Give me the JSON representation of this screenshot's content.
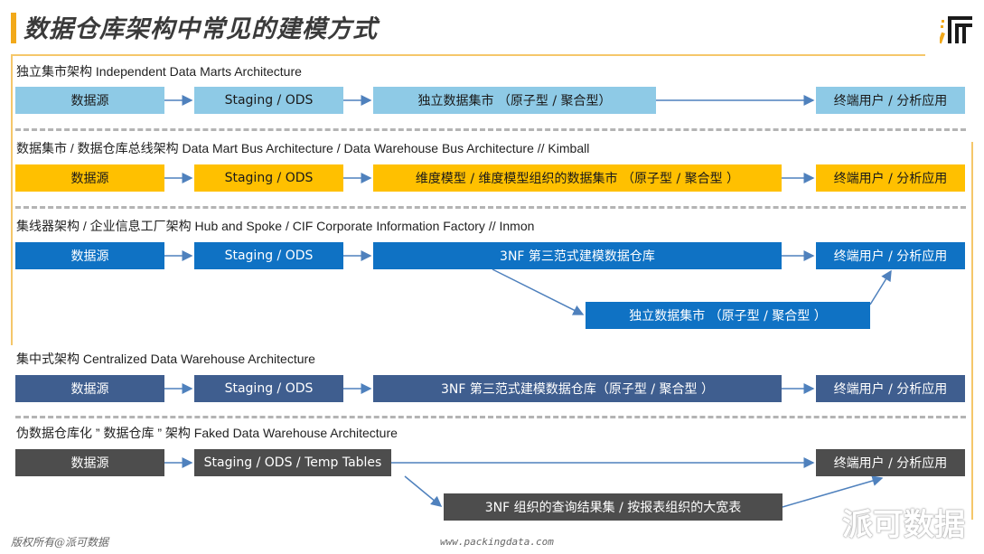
{
  "title": "数据仓库架构中常见的建模方式",
  "logo_icon": "brand-logo-icon",
  "colors": {
    "light_blue": "#8ecae6",
    "yellow": "#ffc000",
    "blue": "#0f72c4",
    "slate": "#3f5e8f",
    "dark_gray": "#4d4d4d",
    "arrow": "#4f81bd",
    "accent": "#f2a91a"
  },
  "rows": [
    {
      "label": "独立集市架构 Independent Data Marts Architecture",
      "boxes": [
        "数据源",
        "Staging / ODS",
        "独立数据集市 （原子型 / 聚合型）",
        "终端用户 / 分析应用"
      ]
    },
    {
      "label": "数据集市 / 数据仓库总线架构 Data Mart Bus Architecture / Data Warehouse Bus Architecture  // Kimball",
      "boxes": [
        "数据源",
        "Staging / ODS",
        "维度模型 / 维度模型组织的数据集市 （原子型 / 聚合型 ）",
        "终端用户 / 分析应用"
      ]
    },
    {
      "label": "集线器架构 / 企业信息工厂架构 Hub and Spoke / CIF Corporate Information Factory // Inmon",
      "boxes": [
        "数据源",
        "Staging / ODS",
        "3NF 第三范式建模数据仓库",
        "终端用户 / 分析应用",
        "独立数据集市 （原子型 / 聚合型 ）"
      ]
    },
    {
      "label": "集中式架构 Centralized Data Warehouse Architecture",
      "boxes": [
        "数据源",
        "Staging / ODS",
        "3NF 第三范式建模数据仓库（原子型 / 聚合型 ）",
        "终端用户 / 分析应用"
      ]
    },
    {
      "label": "伪数据仓库化 ” 数据仓库 ” 架构  Faked Data Warehouse Architecture",
      "boxes": [
        "数据源",
        "Staging / ODS / Temp Tables",
        "终端用户 / 分析应用",
        "3NF 组织的查询结果集 / 按报表组织的大宽表"
      ]
    }
  ],
  "watermarks": {
    "copyright": "版权所有@派可数据",
    "url": "www.packingdata.com",
    "brand": "派可数据"
  }
}
